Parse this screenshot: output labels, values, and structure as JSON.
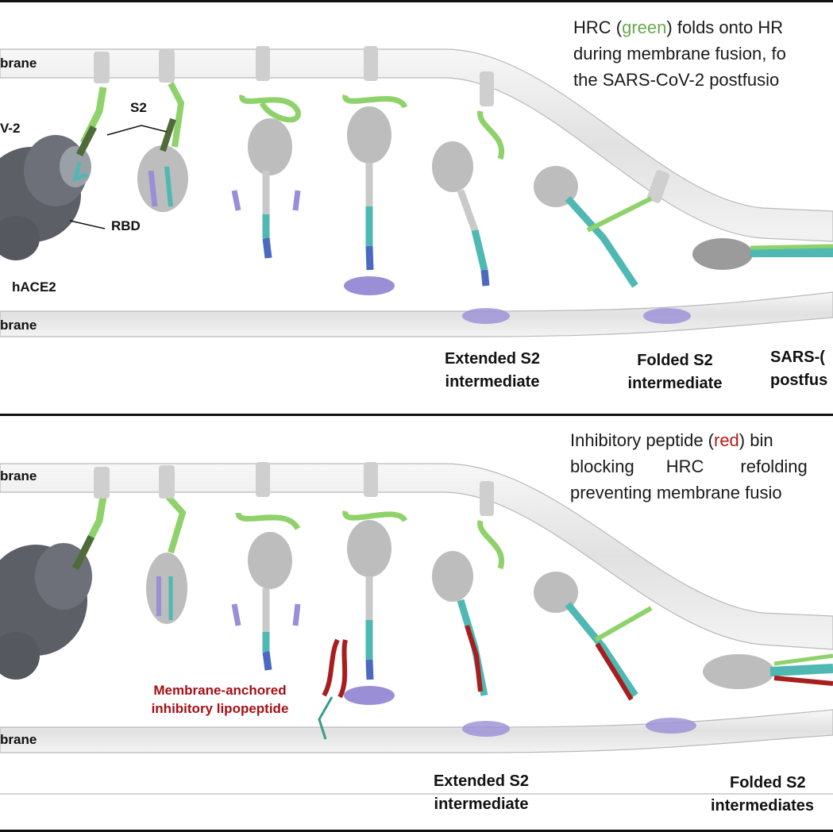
{
  "top_panel": {
    "membrane_top_label": "brane",
    "membrane_bottom_label": "brane",
    "virus_label": "V-2",
    "s2_label": "S2",
    "rbd_label": "RBD",
    "hace2_label": "hACE2",
    "caption": {
      "line1_a": "HRC (",
      "line1_green": "green",
      "line1_b": ") folds onto HR",
      "line2": "during membrane fusion, fo",
      "line3": "the SARS-CoV-2 postfusio"
    },
    "stage_labels": {
      "extended_1": "Extended S2",
      "extended_2": "intermediate",
      "folded_1": "Folded S2",
      "folded_2": "intermediate",
      "post_1": "SARS-(",
      "post_2": "postfus"
    }
  },
  "bottom_panel": {
    "membrane_top_label": "brane",
    "membrane_bottom_label": "brane",
    "caption": {
      "line1_a": "Inhibitory peptide (",
      "line1_red": "red",
      "line1_b": ") bin",
      "line2_a": "blocking",
      "line2_b": "HRC",
      "line2_c": "refolding",
      "line3": "preventing membrane fusio"
    },
    "lipopeptide_label_1": "Membrane-anchored",
    "lipopeptide_label_2": "inhibitory lipopeptide",
    "stage_labels": {
      "extended_1": "Extended S2",
      "extended_2": "intermediate",
      "folded_1": "Folded S2",
      "folded_2": "intermediates"
    }
  },
  "colors": {
    "hrc_green": "#8fd16a",
    "dark_green": "#4f6b3a",
    "hr1_teal": "#4fb8b2",
    "blue": "#4c69c2",
    "lavender": "#9a8fd6",
    "protein_grey": "#c9c9c9",
    "spike_dark": "#5c5f66",
    "inhibitor_red": "#a81d1d",
    "membrane": "#ececec"
  }
}
